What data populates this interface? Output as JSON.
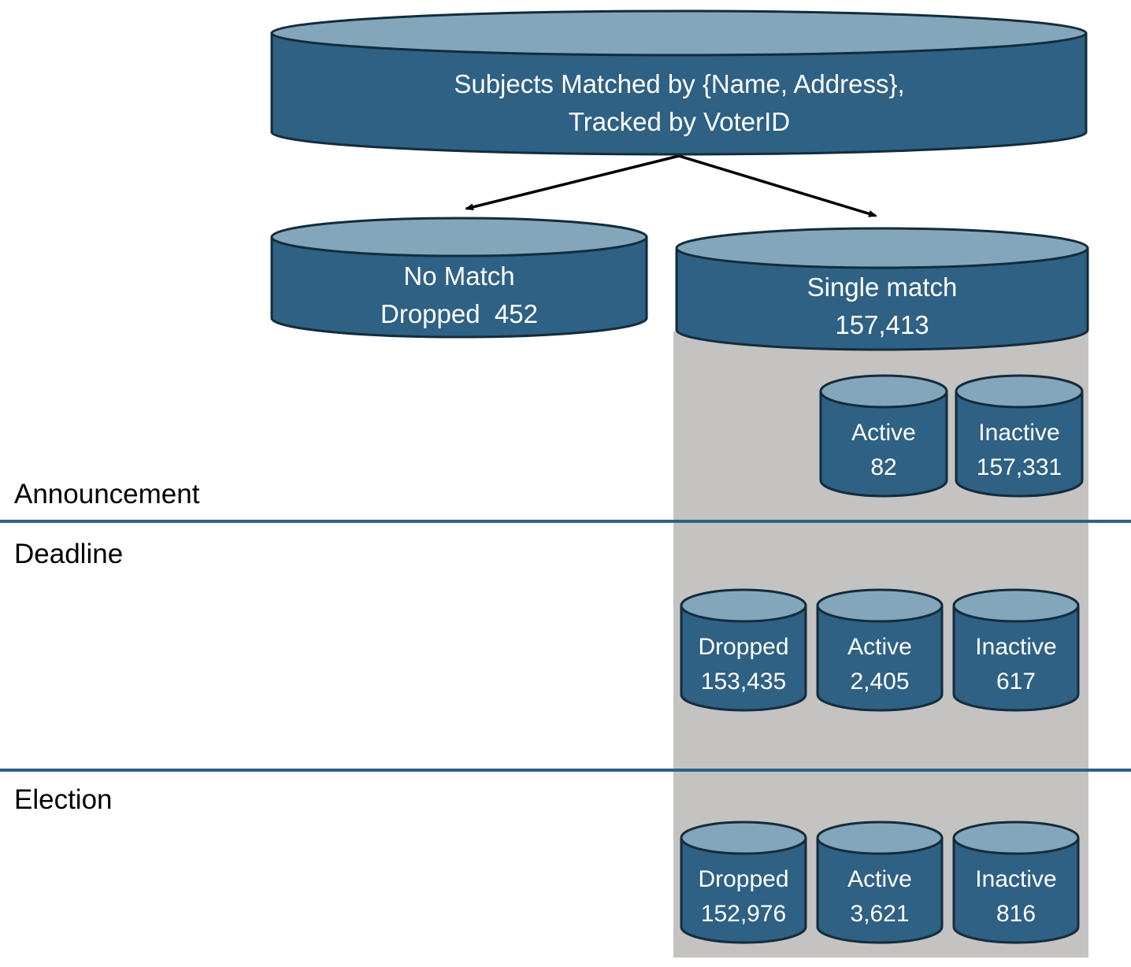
{
  "root_cylinder": {
    "line1": "Subjects Matched by {Name, Address},",
    "line2": "Tracked by VoterID"
  },
  "branch_no_match": {
    "line1": "No Match",
    "line2": "Dropped  452"
  },
  "branch_single_match": {
    "line1": "Single match",
    "line2": "157,413"
  },
  "timeline_rows": [
    {
      "label": "Announcement",
      "cylinders": [
        {
          "label": "Active",
          "value": "82"
        },
        {
          "label": "Inactive",
          "value": "157,331"
        }
      ]
    },
    {
      "label": "Deadline",
      "cylinders": [
        {
          "label": "Dropped",
          "value": "153,435"
        },
        {
          "label": "Active",
          "value": "2,405"
        },
        {
          "label": "Inactive",
          "value": "617"
        }
      ]
    },
    {
      "label": "Election",
      "cylinders": [
        {
          "label": "Dropped",
          "value": "152,976"
        },
        {
          "label": "Active",
          "value": "3,621"
        },
        {
          "label": "Inactive",
          "value": "816"
        }
      ]
    }
  ],
  "colors": {
    "cylinder_body": "#2E6184",
    "cylinder_top": "#84A6BB",
    "cylinder_outline": "#132C3C",
    "track_band_gray": "#C4C3C2",
    "divider_blue": "#2E6186",
    "cylinder_text": "#FFFFFF",
    "row_label_text": "#000000",
    "arrow_black": "#000000"
  }
}
